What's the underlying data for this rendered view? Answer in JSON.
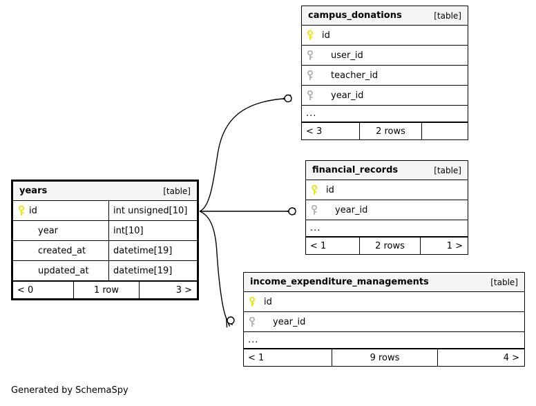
{
  "diagram": {
    "kind_label": "[table]",
    "ellipsis": "...",
    "credit": "Generated by SchemaSpy",
    "colors": {
      "primary_key": "#e8e80c",
      "foreign_key": "#b3b3b3",
      "header_bg": "#f5f5f5",
      "border": "#000000",
      "background": "#ffffff"
    }
  },
  "tables": {
    "years": {
      "name": "years",
      "kind": "[table]",
      "focused": true,
      "columns": [
        {
          "name": "id",
          "type": "int unsigned[10]",
          "key": "primary-key-icon"
        },
        {
          "name": "year",
          "type": "int[10]",
          "key": "none"
        },
        {
          "name": "created_at",
          "type": "datetime[19]",
          "key": "none"
        },
        {
          "name": "updated_at",
          "type": "datetime[19]",
          "key": "none"
        }
      ],
      "has_ellipsis": false,
      "footer": {
        "left": "< 0",
        "center": "1 row",
        "right": "3 >"
      }
    },
    "campus_donations": {
      "name": "campus_donations",
      "kind": "[table]",
      "focused": false,
      "columns": [
        {
          "name": "id",
          "key": "primary-key-icon"
        },
        {
          "name": "user_id",
          "key": "foreign-key-icon"
        },
        {
          "name": "teacher_id",
          "key": "foreign-key-icon"
        },
        {
          "name": "year_id",
          "key": "foreign-key-icon"
        }
      ],
      "has_ellipsis": true,
      "footer": {
        "left": "< 3",
        "center": "2 rows",
        "right": ""
      }
    },
    "financial_records": {
      "name": "financial_records",
      "kind": "[table]",
      "focused": false,
      "columns": [
        {
          "name": "id",
          "key": "primary-key-icon"
        },
        {
          "name": "year_id",
          "key": "foreign-key-icon"
        }
      ],
      "has_ellipsis": true,
      "footer": {
        "left": "< 1",
        "center": "2 rows",
        "right": "1 >"
      }
    },
    "income_expenditure_managements": {
      "name": "income_expenditure_managements",
      "kind": "[table]",
      "focused": false,
      "columns": [
        {
          "name": "id",
          "key": "primary-key-icon"
        },
        {
          "name": "year_id",
          "key": "foreign-key-icon"
        }
      ],
      "has_ellipsis": true,
      "footer": {
        "left": "< 1",
        "center": "9 rows",
        "right": "4 >"
      }
    }
  },
  "relationships": [
    {
      "from_table": "years",
      "from_column": "id",
      "to_table": "campus_donations",
      "to_column": "year_id",
      "cardinality": "zero-or-many"
    },
    {
      "from_table": "years",
      "from_column": "id",
      "to_table": "financial_records",
      "to_column": "year_id",
      "cardinality": "zero-or-many"
    },
    {
      "from_table": "years",
      "from_column": "id",
      "to_table": "income_expenditure_managements",
      "to_column": "year_id",
      "cardinality": "zero-or-many"
    }
  ]
}
